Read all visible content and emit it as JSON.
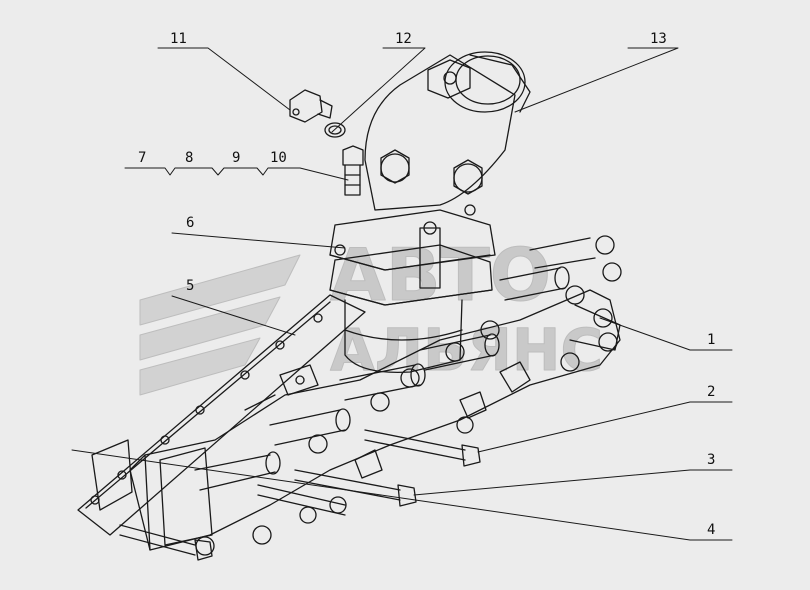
{
  "colors": {
    "background": "#ececec",
    "line": "#1a1a1a",
    "watermark": "#c9c9c9"
  },
  "watermark": {
    "line1": "АВТО",
    "line2": "АЛЬЯНС"
  },
  "callouts": [
    {
      "id": "c1",
      "label": "1"
    },
    {
      "id": "c2",
      "label": "2"
    },
    {
      "id": "c3",
      "label": "3"
    },
    {
      "id": "c4",
      "label": "4"
    },
    {
      "id": "c5",
      "label": "5"
    },
    {
      "id": "c6",
      "label": "6"
    },
    {
      "id": "c7",
      "label": "7"
    },
    {
      "id": "c8",
      "label": "8"
    },
    {
      "id": "c9",
      "label": "9"
    },
    {
      "id": "c10",
      "label": "10"
    },
    {
      "id": "c11",
      "label": "11"
    },
    {
      "id": "c12",
      "label": "12"
    },
    {
      "id": "c13",
      "label": "13"
    }
  ]
}
